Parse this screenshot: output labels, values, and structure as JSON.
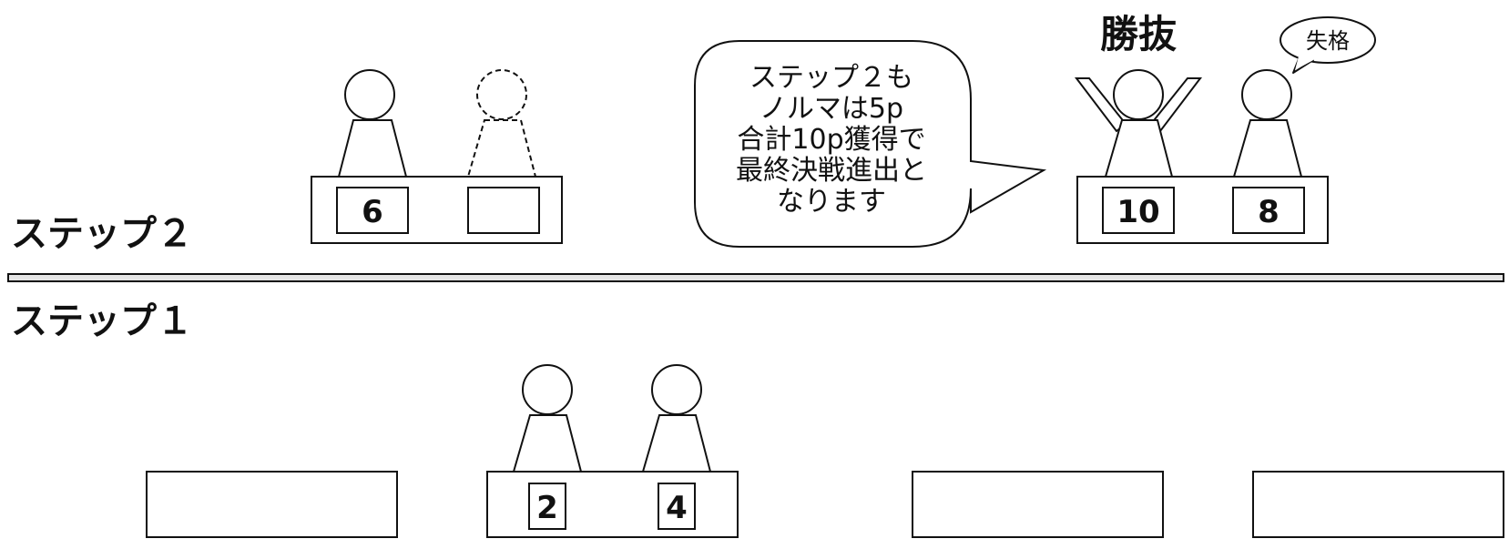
{
  "labels": {
    "step2": "ステップ２",
    "step1": "ステップ１",
    "winner": "勝抜",
    "disqualified": "失格"
  },
  "speech": {
    "lines": [
      "ステップ２も",
      "ノルマは5p",
      "合計10p獲得で",
      "最終決戦進出と",
      "なります"
    ]
  },
  "step2": {
    "left_desk": {
      "scores": [
        "6",
        ""
      ]
    },
    "right_desk": {
      "scores": [
        "10",
        "8"
      ]
    }
  },
  "step1": {
    "desks": [
      {
        "scores": []
      },
      {
        "scores": [
          "2",
          "4"
        ]
      },
      {
        "scores": []
      },
      {
        "scores": []
      }
    ]
  }
}
